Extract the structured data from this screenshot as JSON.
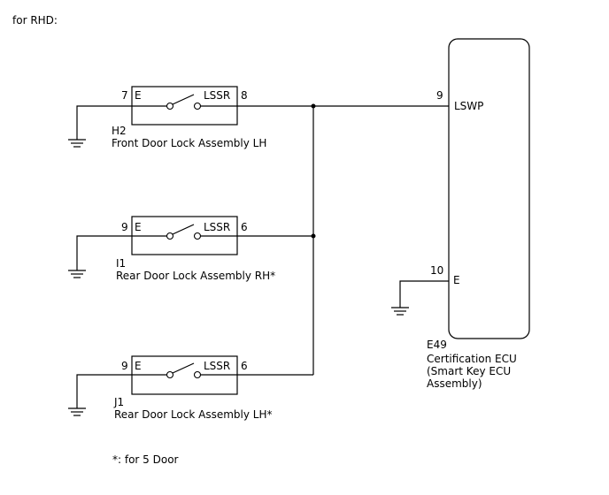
{
  "title": "for RHD:",
  "footnote": "*: for 5 Door",
  "ecu": {
    "code": "E49",
    "name_lines": [
      "Certification ECU",
      "(Smart Key ECU",
      "Assembly)"
    ],
    "pins": [
      {
        "num": "9",
        "label": "LSWP"
      },
      {
        "num": "10",
        "label": "E"
      }
    ]
  },
  "switches": [
    {
      "code": "H2",
      "name": "Front Door Lock Assembly LH",
      "left_pin": "7",
      "left_label": "E",
      "right_pin": "8",
      "right_label": "LSSR"
    },
    {
      "code": "I1",
      "name": "Rear Door Lock Assembly RH*",
      "left_pin": "9",
      "left_label": "E",
      "right_pin": "6",
      "right_label": "LSSR"
    },
    {
      "code": "J1",
      "name": "Rear Door Lock Assembly LH*",
      "left_pin": "9",
      "left_label": "E",
      "right_pin": "6",
      "right_label": "LSSR"
    }
  ]
}
